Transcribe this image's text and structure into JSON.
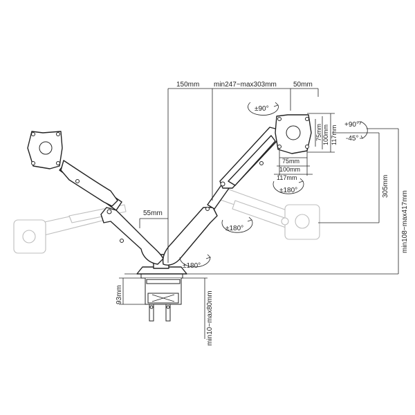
{
  "dimensions": {
    "offset_150": "150mm",
    "arm_range": "min247~max303mm",
    "offset_50": "50mm",
    "arm_base_gap": "55mm",
    "vertical_travel": "305mm",
    "height_range": "min108~max417mm",
    "clamp_depth": "93mm",
    "desk_thickness": "min10~max80mm",
    "vesa_75_h": "75mm",
    "vesa_100_h": "100mm",
    "plate_117_h": "117mm",
    "vesa_75_w": "75mm",
    "vesa_100_w": "100mm",
    "plate_117_w": "117mm"
  },
  "rotations": {
    "tilt_up": "+90°",
    "tilt_down": "-45°",
    "rotate_90": "±90°",
    "swivel_head": "±180°",
    "swivel_elbow": "±180°",
    "swivel_base": "±180°"
  }
}
